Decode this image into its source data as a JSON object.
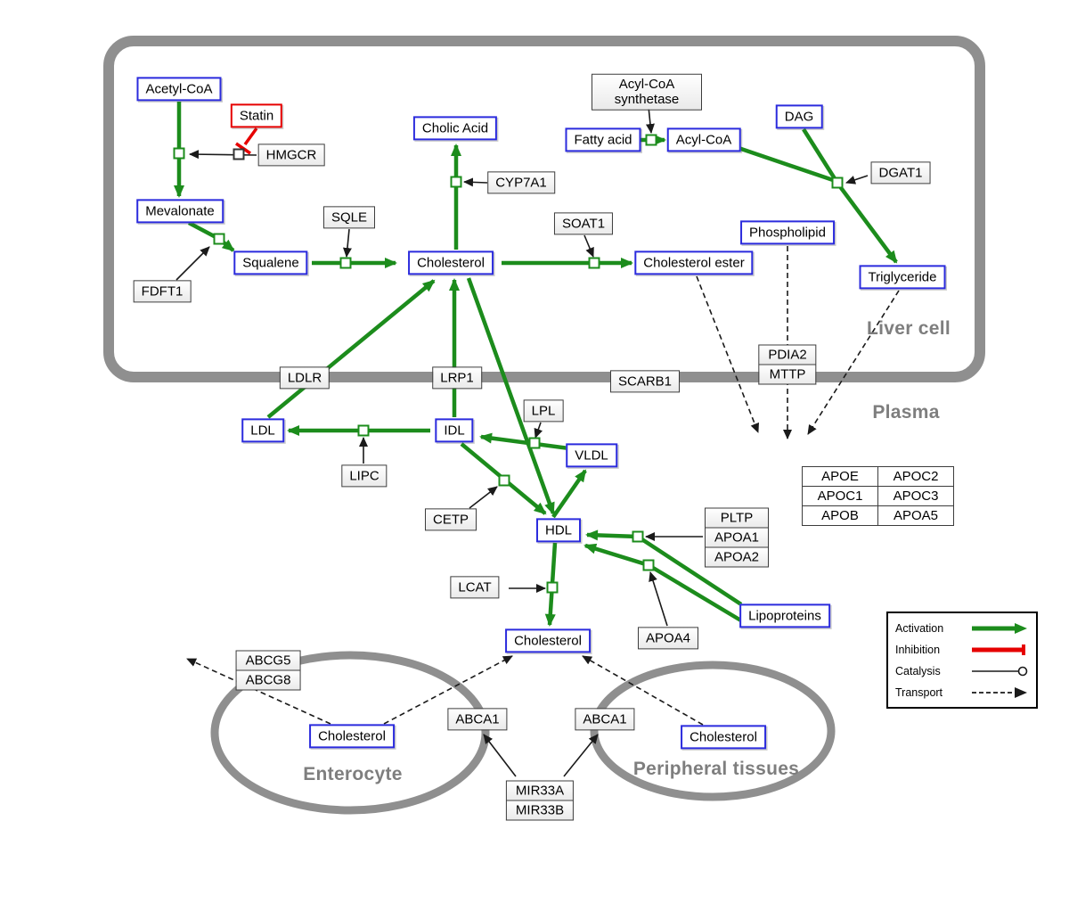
{
  "compartments": {
    "liver": "Liver cell",
    "plasma": "Plasma",
    "enterocyte": "Enterocyte",
    "peripheral": "Peripheral tissues"
  },
  "nodes": {
    "acetyl_coa": "Acetyl-CoA",
    "statin": "Statin",
    "hmgcr": "HMGCR",
    "mevalonate": "Mevalonate",
    "sqle": "SQLE",
    "fdft1": "FDFT1",
    "squalene": "Squalene",
    "cholesterol_liver": "Cholesterol",
    "cholic_acid": "Cholic Acid",
    "cyp7a1": "CYP7A1",
    "soat1": "SOAT1",
    "cholesterol_ester": "Cholesterol ester",
    "fatty_acid": "Fatty acid",
    "acyl_coa": "Acyl-CoA",
    "acyl_coa_synthetase": "Acyl-CoA synthetase",
    "dag": "DAG",
    "dgat1": "DGAT1",
    "phospholipid": "Phospholipid",
    "triglyceride": "Triglyceride",
    "pdia2": "PDIA2",
    "mttp": "MTTP",
    "ldlr": "LDLR",
    "lrp1": "LRP1",
    "scarb1": "SCARB1",
    "lpl": "LPL",
    "ldl": "LDL",
    "idl": "IDL",
    "vldl": "VLDL",
    "lipc": "LIPC",
    "cetp": "CETP",
    "hdl": "HDL",
    "pltp": "PLTP",
    "apoa1": "APOA1",
    "apoa2": "APOA2",
    "lcat": "LCAT",
    "apoa4": "APOA4",
    "lipoproteins": "Lipoproteins",
    "cholesterol_plasma": "Cholesterol",
    "abcg5": "ABCG5",
    "abcg8": "ABCG8",
    "cholesterol_enterocyte": "Cholesterol",
    "abca1_enterocyte": "ABCA1",
    "abca1_peripheral": "ABCA1",
    "cholesterol_peripheral": "Cholesterol",
    "mir33a": "MIR33A",
    "mir33b": "MIR33B"
  },
  "apo_table": [
    [
      "APOE",
      "APOC2"
    ],
    [
      "APOC1",
      "APOC3"
    ],
    [
      "APOB",
      "APOA5"
    ]
  ],
  "legend": {
    "activation": "Activation",
    "inhibition": "Inhibition",
    "catalysis": "Catalysis",
    "transport": "Transport"
  },
  "colors": {
    "activation_green": "#1c8c1c",
    "inhibition_red": "#e60000",
    "metabolite_blue": "#2b2bdd",
    "membrane_gray": "#8f8f8f"
  }
}
